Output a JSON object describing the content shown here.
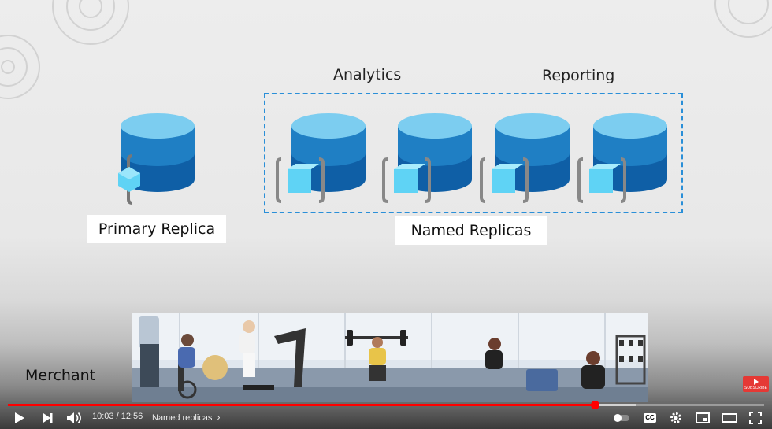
{
  "slide": {
    "labels": {
      "analytics": "Analytics",
      "reporting": "Reporting",
      "primary_replica": "Primary Replica",
      "named_replicas": "Named Replicas"
    }
  },
  "ad": {
    "merchant_label": "Merchant",
    "subscribe_label": "SUBSCRIBE"
  },
  "player": {
    "current_time": "10:03",
    "duration": "12:56",
    "time_display": "10:03 / 12:56",
    "chapter_title": "Named replicas",
    "progress_fraction": 0.776,
    "buffered_fraction": 0.83,
    "cc_label": "CC",
    "buttons": [
      "play-icon",
      "next-icon",
      "volume-icon",
      "autoplay-toggle",
      "captions-icon",
      "settings-icon",
      "miniplayer-icon",
      "theater-icon",
      "fullscreen-icon"
    ]
  },
  "colors": {
    "progress": "#ff0000",
    "dashed_border": "#2a8fd8",
    "db_top": "#7ccdf0",
    "db_body": "#1f7fc4",
    "db_bottom": "#0f5fa6",
    "cube": "#5fd3f5",
    "subscribe": "#e53935"
  }
}
